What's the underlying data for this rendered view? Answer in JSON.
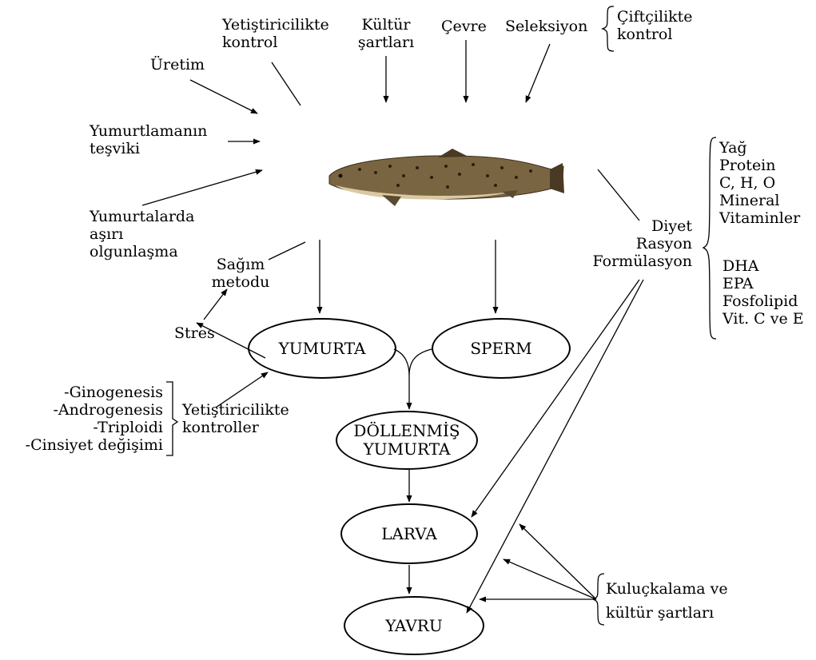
{
  "top_factors": {
    "producer_control": "Yetiştiricilikte\nkontrol",
    "culture_conditions": "Kültür\nşartları",
    "environment": "Çevre",
    "selection": "Seleksiyon",
    "farming_control": "Çiftçilikte\nkontrol"
  },
  "left_factors": {
    "production": "Üretim",
    "spawning_induction": "Yumurtlamanın\nteşviki",
    "overripening": "Yumurtalarda\naşırı\nolgunlaşma"
  },
  "stripping": {
    "method": "Sağım\nmetodu",
    "stress": "Stres"
  },
  "genetic_controls": {
    "items": "-Ginogenesis\n-Androgenesis\n-Triploidi\n-Cinsiyet değişimi",
    "label": "Yetiştiricilikte\nkontroller"
  },
  "diet": {
    "label": "Diyet\nRasyon\nFormülasyon",
    "nutrients": "Yağ\nProtein\nC, H, O\nMineral\nVitaminler",
    "fatty_acids": "DHA\nEPA\nFosfolipid\nVit. C ve E"
  },
  "stages": {
    "egg": "YUMURTA",
    "sperm": "SPERM",
    "fertilized_egg": "DÖLLENMİŞ\nYUMURTA",
    "larva": "LARVA",
    "juvenile": "YAVRU"
  },
  "incubation": "Kuluçkalama ve\nkültür şartları",
  "fish_image": {
    "subject": "brown trout",
    "body_color": "#7a6542",
    "belly_color": "#d9c9a3",
    "spot_color": "#2b1e12"
  }
}
